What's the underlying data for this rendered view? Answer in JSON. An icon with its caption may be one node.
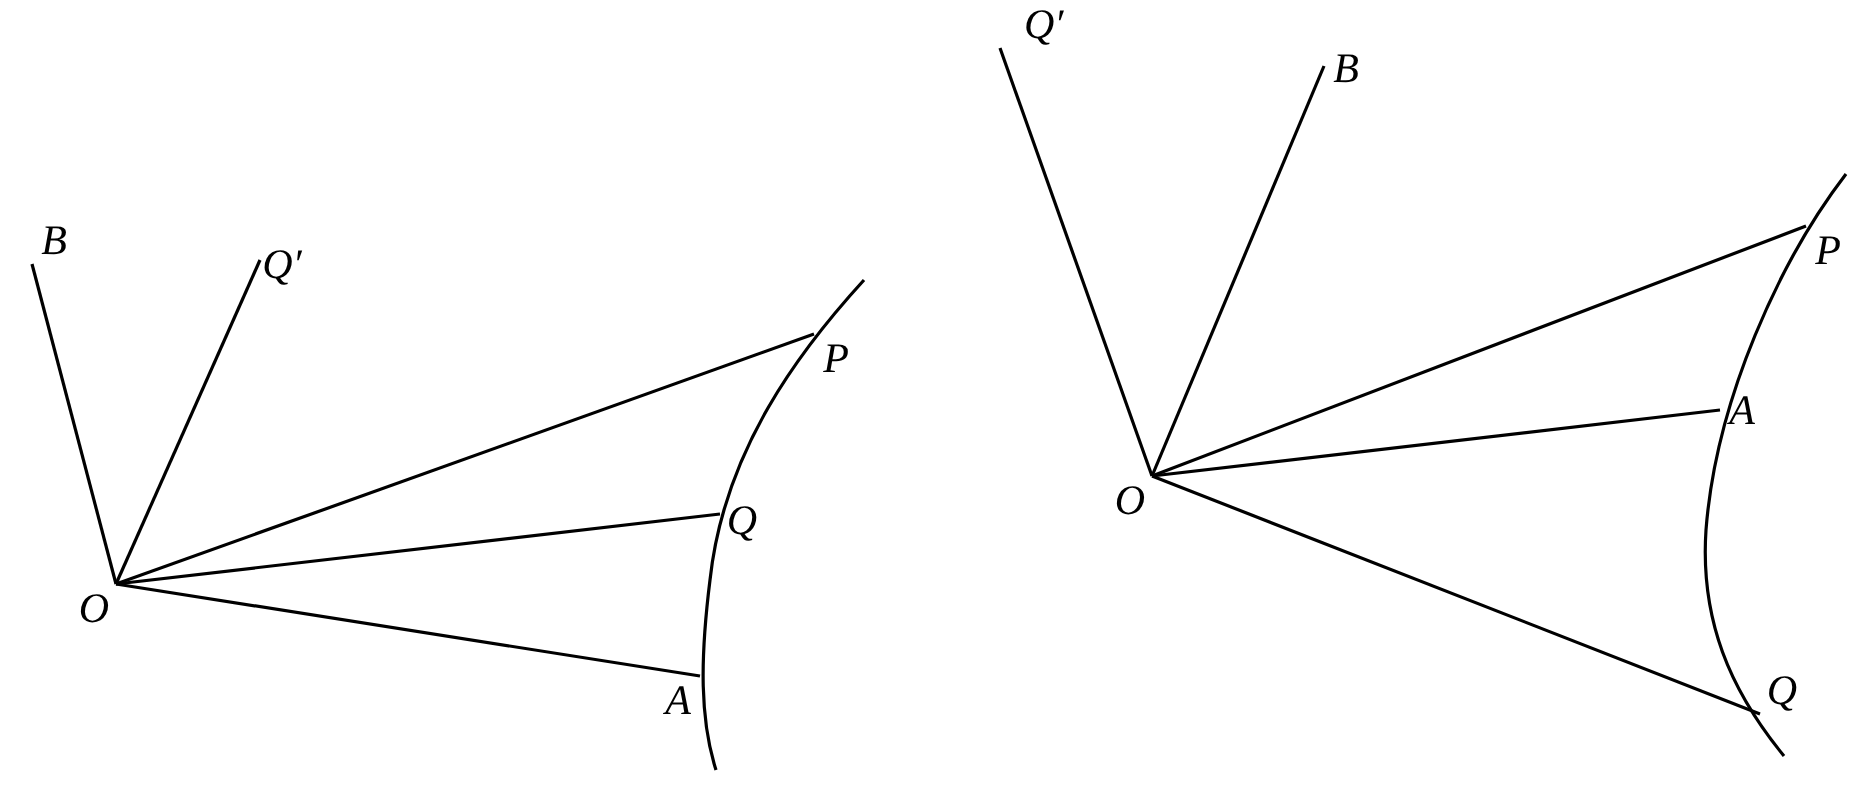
{
  "diagram": {
    "nodes": [
      {
        "text": [
          "O"
        ]
      },
      {
        "text": [
          "B"
        ]
      },
      {
        "text": [
          "Q′"
        ]
      },
      {
        "text": [
          "P"
        ]
      },
      {
        "text": [
          "Q"
        ]
      },
      {
        "text": [
          "A"
        ]
      },
      {
        "text": [
          "O"
        ]
      },
      {
        "text": [
          "Q′"
        ]
      },
      {
        "text": [
          "B"
        ]
      },
      {
        "text": [
          "P"
        ]
      },
      {
        "text": [
          "A"
        ]
      },
      {
        "text": [
          "Q"
        ]
      }
    ],
    "edges": [
      {
        "from": 0,
        "to": 1,
        "arrow": "none"
      },
      {
        "from": 0,
        "to": 2,
        "arrow": "none"
      },
      {
        "from": 0,
        "to": 3,
        "arrow": "none"
      },
      {
        "from": 0,
        "to": 4,
        "arrow": "none"
      },
      {
        "from": 0,
        "to": 5,
        "arrow": "none"
      },
      {
        "from": 6,
        "to": 7,
        "arrow": "none"
      },
      {
        "from": 6,
        "to": 8,
        "arrow": "none"
      },
      {
        "from": 6,
        "to": 9,
        "arrow": "none"
      },
      {
        "from": 6,
        "to": 10,
        "arrow": "none"
      },
      {
        "from": 6,
        "to": 11,
        "arrow": "none"
      }
    ]
  }
}
